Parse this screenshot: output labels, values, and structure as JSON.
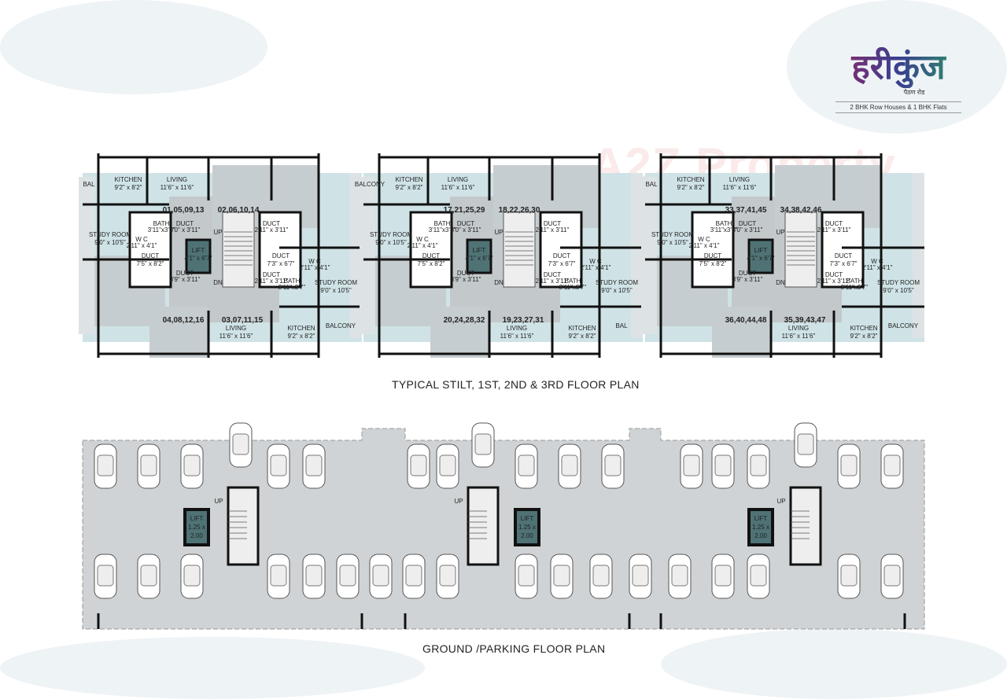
{
  "logo": {
    "name": "हरीकुंज",
    "location": "पैठण रोड",
    "tagline": "2 BHK Row Houses & 1 BHK Flats"
  },
  "watermark": "A2Z Property",
  "colors": {
    "room": "#cfe3e6",
    "common": "#c3c8cb",
    "lift": "#4f7275",
    "parking": "#d0d3d5",
    "wall": "#111111"
  },
  "typical_plan": {
    "title": "TYPICAL STILT, 1ST, 2ND & 3RD FLOOR PLAN",
    "rooms": {
      "kitchen": "KITCHEN",
      "kitchen_size": "9'2\" x 8'2\"",
      "living": "LIVING",
      "living_size": "11'6\" x 11'6\"",
      "study": "STUDY ROOM",
      "study_size": "9'0\" x 10'5\"",
      "wc": "W C",
      "wc_size": "2'11\" x 4'1\"",
      "bath": "BATH",
      "bath_size": "3'11\"x3'7\"",
      "duct": "DUCT",
      "duct_small_a": "3'0\" x 3'11\"",
      "duct_large_a": "7'5\" x 8'2\"",
      "duct_small_b": "3'9\" x 3'11\"",
      "duct_small_c": "2'11\" x 3'11\"",
      "duct_large_b": "7'3\" x 6'7\"",
      "lift": "LIFT",
      "lift_size": "4'1\" x 6'7\"",
      "up": "UP",
      "dn": "DN"
    },
    "blocks": [
      {
        "top_balcony": "BAL",
        "bottom_balcony": "BALCONY",
        "units": [
          "01,05,09,13",
          "02,06,10,14",
          "04,08,12,16",
          "03,07,11,15"
        ]
      },
      {
        "top_balcony": "BALCONY",
        "bottom_balcony": "BAL",
        "units": [
          "17,21,25,29",
          "18,22,26,30",
          "20,24,28,32",
          "19,23,27,31"
        ]
      },
      {
        "top_balcony": "BAL",
        "bottom_balcony": "BALCONY",
        "units": [
          "33,37,41,45",
          "34,38,42,46",
          "36,40,44,48",
          "35,39,43,47"
        ]
      }
    ]
  },
  "parking_plan": {
    "title": "GROUND /PARKING FLOOR PLAN",
    "lift": "LIFT",
    "lift_size_a": "1.25 x",
    "lift_size_b": "2.00",
    "up": "UP"
  }
}
